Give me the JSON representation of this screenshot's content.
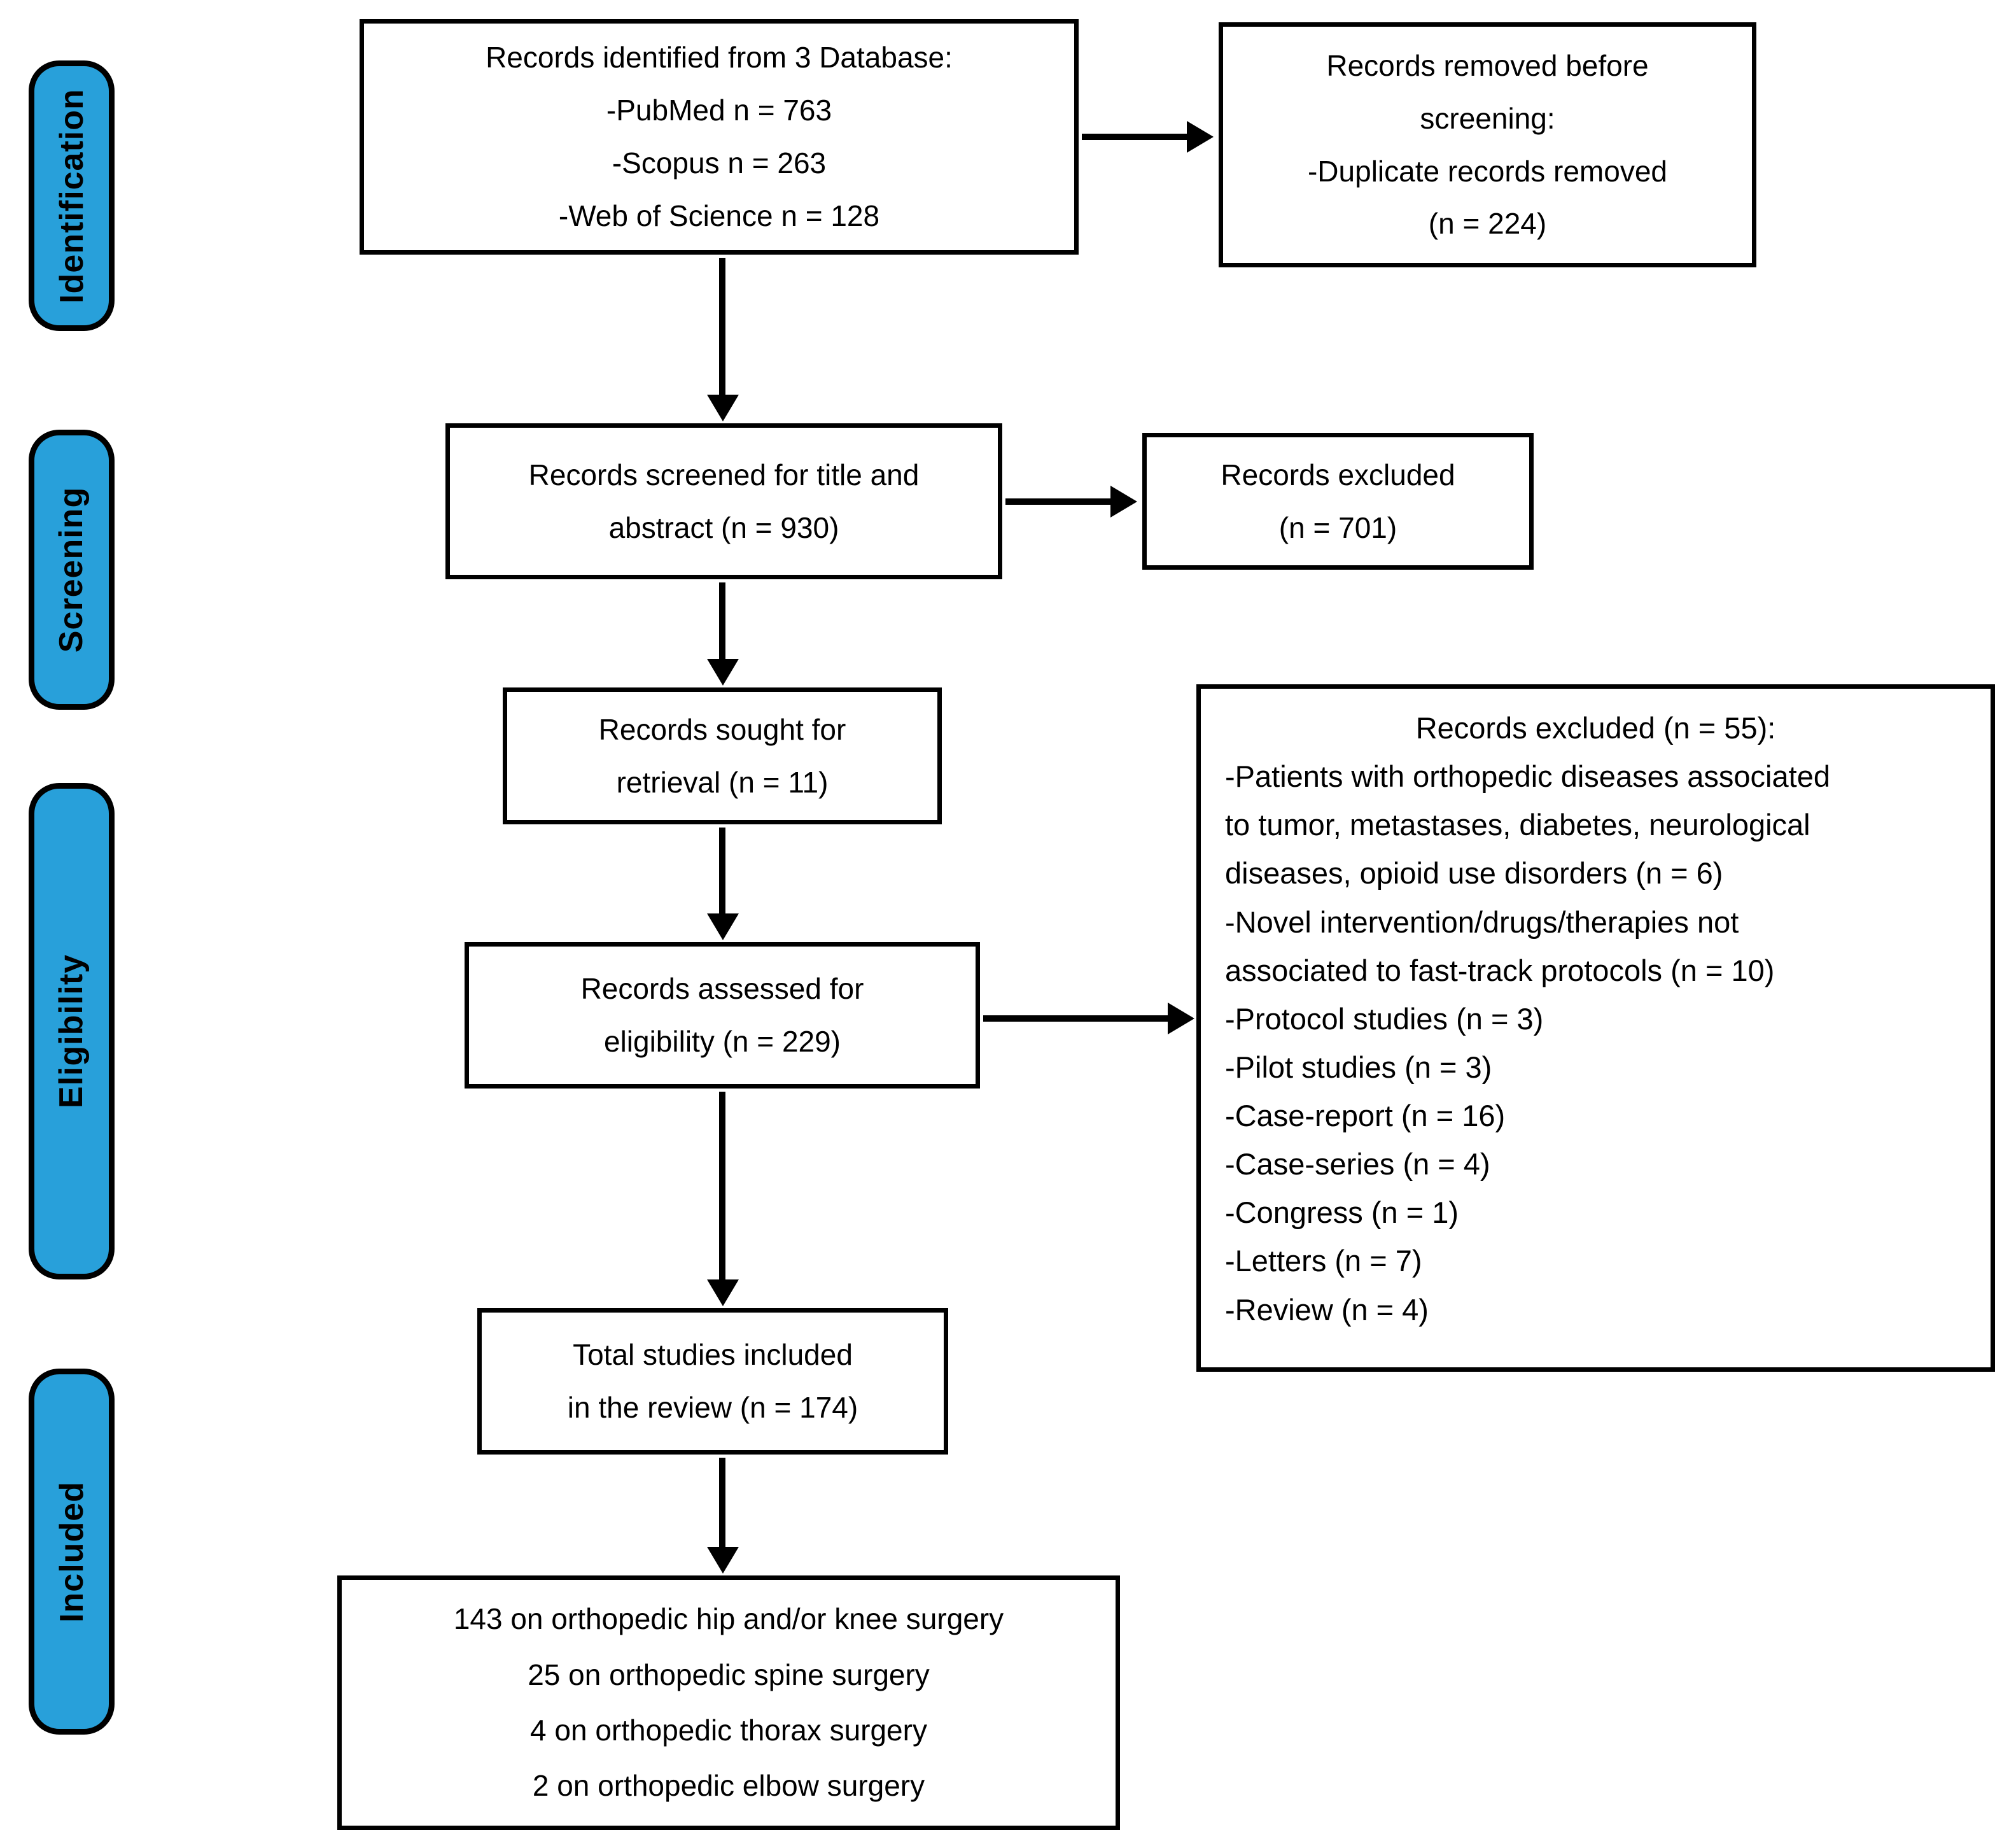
{
  "palette": {
    "stage_blue": "#28A0DA",
    "line_black": "#000000",
    "background": "#ffffff"
  },
  "stages": [
    {
      "label": "Identification"
    },
    {
      "label": "Screening"
    },
    {
      "label": "Eligibility"
    },
    {
      "label": "Included"
    }
  ],
  "boxes": {
    "identified": {
      "lines": [
        "Records identified from 3 Database:",
        "-PubMed n = 763",
        "-Scopus n = 263",
        "-Web of Science n = 128"
      ]
    },
    "removed_before_screening": {
      "lines": [
        "Records removed before",
        "screening:",
        "-Duplicate records removed",
        "(n = 224)"
      ]
    },
    "screened": {
      "lines": [
        "Records screened for title and",
        "abstract (n = 930)"
      ]
    },
    "excluded_screening": {
      "lines": [
        "Records excluded",
        "(n = 701)"
      ]
    },
    "sought": {
      "lines": [
        "Records sought for",
        "retrieval (n = 11)"
      ]
    },
    "assessed": {
      "lines": [
        "Records assessed for",
        "eligibility (n = 229)"
      ]
    },
    "excluded_eligibility": {
      "heading": "Records excluded (n = 55):",
      "items": [
        "-Patients with orthopedic diseases associated",
        "to tumor, metastases, diabetes, neurological",
        "diseases, opioid use disorders (n = 6)",
        "-Novel intervention/drugs/therapies not",
        "associated to fast-track protocols (n = 10)",
        "-Protocol studies (n = 3)",
        "-Pilot studies (n = 3)",
        "-Case-report (n = 16)",
        "-Case-series (n = 4)",
        "-Congress (n = 1)",
        "-Letters (n = 7)",
        "-Review (n = 4)"
      ]
    },
    "total_included": {
      "lines": [
        "Total studies included",
        "in the review (n = 174)"
      ]
    },
    "final_breakdown": {
      "lines": [
        "143 on orthopedic hip and/or knee surgery",
        "25 on orthopedic spine surgery",
        "4 on orthopedic thorax surgery",
        "2 on orthopedic elbow surgery"
      ]
    }
  }
}
